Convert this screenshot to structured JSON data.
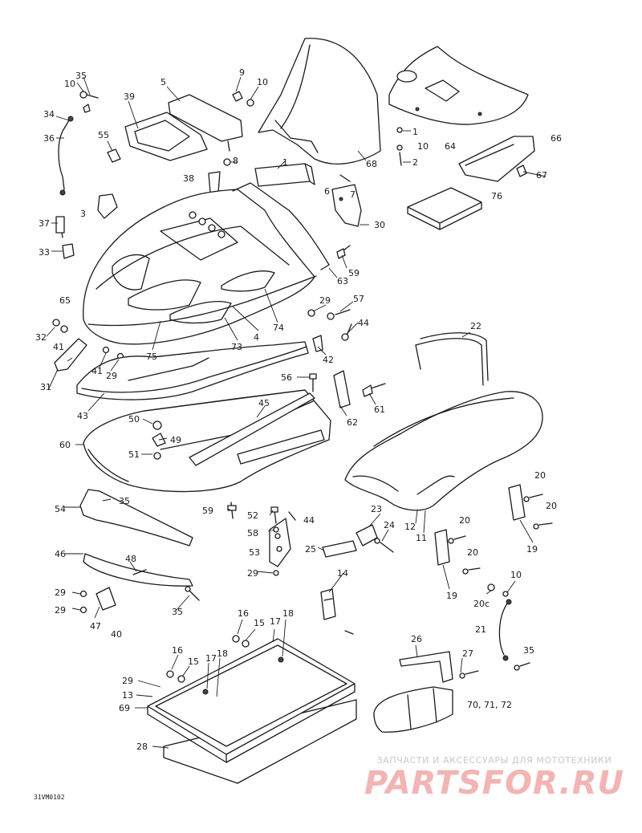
{
  "diagram_code": "31VM0102",
  "watermark": {
    "tagline": "ЗАПЧАСТИ И АКСЕССУАРЫ ДЛЯ МОТОТЕХНИКИ",
    "logo": "PARTSFOR.RU"
  },
  "callouts": {
    "c1": "1",
    "c1b": "1",
    "c2": "2",
    "c3": "3",
    "c4": "4",
    "c5": "5",
    "c6": "6",
    "c7": "7",
    "c8": "8",
    "c9": "9",
    "c10a": "10",
    "c10b": "10",
    "c10c": "10",
    "c10d": "10",
    "c11": "11",
    "c12": "12",
    "c13": "13",
    "c14": "14",
    "c15a": "15",
    "c15b": "15",
    "c16a": "16",
    "c16b": "16",
    "c17a": "17",
    "c17b": "17",
    "c18a": "18",
    "c18b": "18",
    "c19a": "19",
    "c19b": "19",
    "c20a": "20",
    "c20b": "20",
    "c20c": "20",
    "c20d": "20",
    "c20e": "20c",
    "c21": "21",
    "c22": "22",
    "c23": "23",
    "c24": "24",
    "c25": "25",
    "c26": "26",
    "c27": "27",
    "c28": "28",
    "c29a": "29",
    "c29b": "29",
    "c29c": "29",
    "c29d": "29",
    "c29e": "29",
    "c29f": "29",
    "c30": "30",
    "c31": "31",
    "c32": "32",
    "c33": "33",
    "c34": "34",
    "c35a": "35",
    "c35b": "35",
    "c35c": "35",
    "c35d": "35",
    "c36": "36",
    "c37": "37",
    "c38": "38",
    "c39": "39",
    "c40": "40",
    "c41a": "41",
    "c41b": "41",
    "c42": "42",
    "c43": "43",
    "c44a": "44",
    "c44b": "44",
    "c45": "45",
    "c46": "46",
    "c47": "47",
    "c48": "48",
    "c49": "49",
    "c50": "50",
    "c51": "51",
    "c52": "52",
    "c53": "53",
    "c54": "54",
    "c55": "55",
    "c56": "56",
    "c57": "57",
    "c58": "58",
    "c59a": "59",
    "c59b": "59",
    "c60": "60",
    "c61": "61",
    "c62": "62",
    "c63": "63",
    "c64": "64",
    "c65": "65",
    "c66": "66",
    "c67": "67",
    "c68": "68",
    "c69": "69",
    "c70": "70, 71, 72",
    "c73": "73",
    "c74": "74",
    "c75": "75",
    "c76": "76"
  }
}
